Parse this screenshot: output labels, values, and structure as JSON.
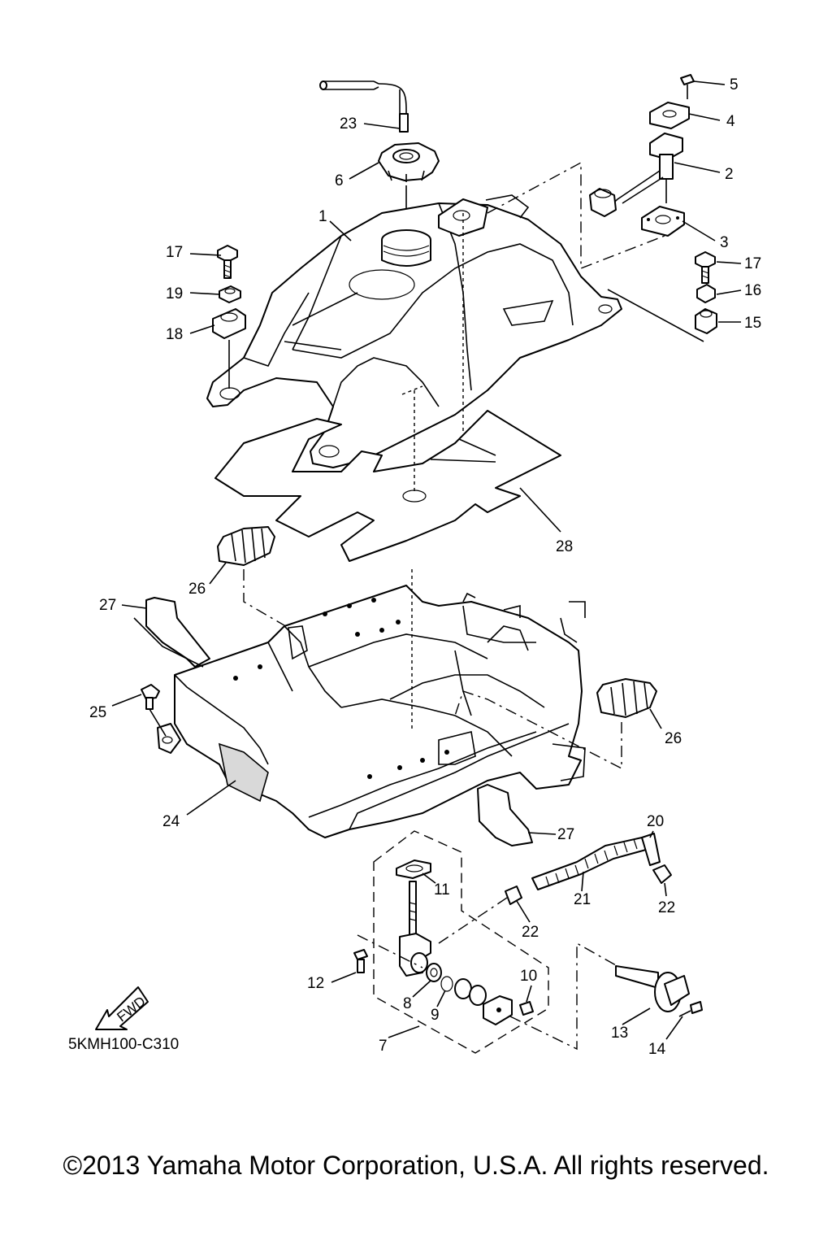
{
  "diagram_code": "5KMH100-C310",
  "fwd_label": "FWD",
  "copyright": "©2013 Yamaha Motor Corporation, U.S.A. All rights reserved.",
  "callouts": [
    "1",
    "2",
    "3",
    "4",
    "5",
    "6",
    "7",
    "8",
    "9",
    "10",
    "11",
    "12",
    "13",
    "14",
    "15",
    "16",
    "17",
    "18",
    "19",
    "20",
    "21",
    "22",
    "23",
    "24",
    "25",
    "26",
    "27",
    "28"
  ]
}
